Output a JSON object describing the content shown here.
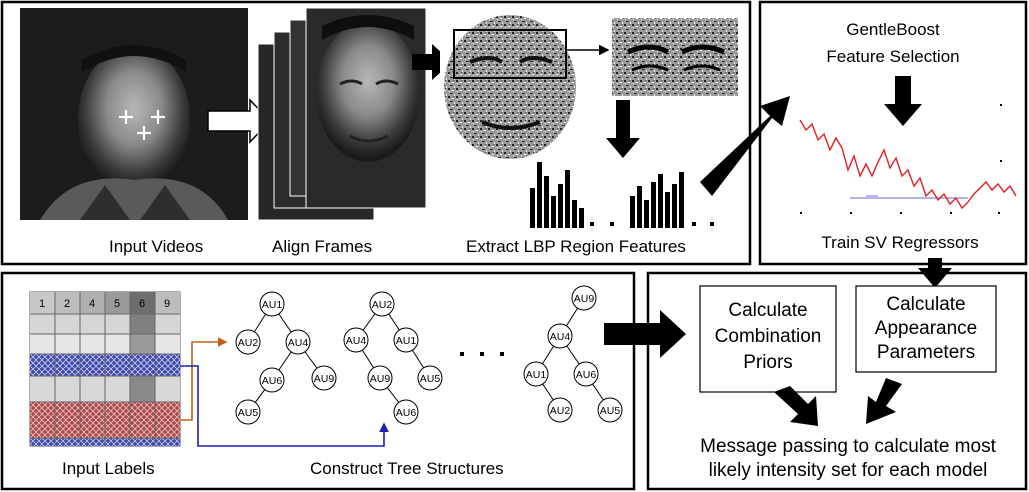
{
  "panels": {
    "pipeline": {
      "input_videos": "Input Videos",
      "align_frames": "Align Frames",
      "extract_lbp": "Extract LBP Region Features"
    },
    "boost": {
      "feature_selection_line1": "GentleBoost",
      "feature_selection_line2": "Feature Selection",
      "train_sv": "Train SV Regressors"
    },
    "trees": {
      "input_labels": "Input Labels",
      "construct_trees": "Construct Tree Structures",
      "label_headers": [
        "1",
        "2",
        "4",
        "5",
        "6",
        "9"
      ],
      "tree1": [
        "AU1",
        "AU2",
        "AU4",
        "AU6",
        "AU9",
        "AU5"
      ],
      "tree2": [
        "AU2",
        "AU4",
        "AU1",
        "AU9",
        "AU5",
        "AU6"
      ],
      "tree3": [
        "AU9",
        "AU4",
        "AU1",
        "AU6",
        "AU2",
        "AU5"
      ]
    },
    "inference": {
      "combination_line1": "Calculate",
      "combination_line2": "Combination",
      "combination_line3": "Priors",
      "appearance_line1": "Calculate",
      "appearance_line2": "Appearance",
      "appearance_line3": "Parameters",
      "message_line1": "Message passing to calculate most",
      "message_line2": "likely intensity set for each model"
    }
  },
  "colors": {
    "blue_row": "#3f48a8",
    "red_row": "#a84a4a",
    "orange_arrow": "#c0601a",
    "blue_arrow": "#2020b0",
    "plot_red": "#e02020",
    "plot_blue": "#6a6ad8"
  }
}
